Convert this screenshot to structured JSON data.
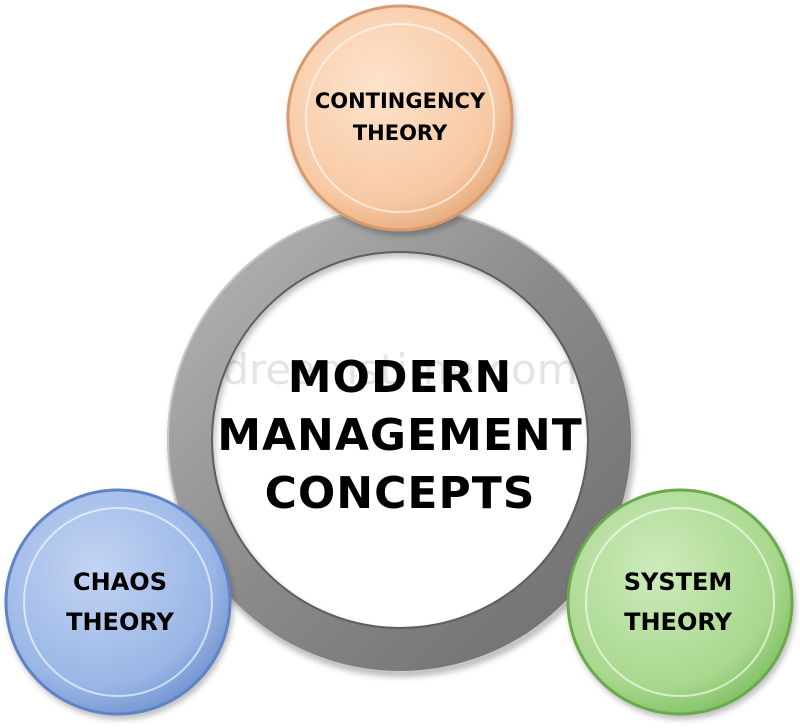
{
  "center": {
    "lines": [
      "MODERN",
      "MANAGEMENT",
      "CONCEPTS"
    ]
  },
  "watermark": "dreamstime.com",
  "nodes": [
    {
      "id": "contingency",
      "lines": [
        "CONTINGENCY",
        "THEORY"
      ],
      "color": "#f8c9a4"
    },
    {
      "id": "chaos",
      "lines": [
        "CHAOS",
        "THEORY"
      ],
      "color": "#9ab6e6"
    },
    {
      "id": "system",
      "lines": [
        "SYSTEM",
        "THEORY"
      ],
      "color": "#a9d88e"
    }
  ],
  "colors": {
    "ring": "#8c8c8c",
    "text": "#000000",
    "background": "#ffffff"
  }
}
